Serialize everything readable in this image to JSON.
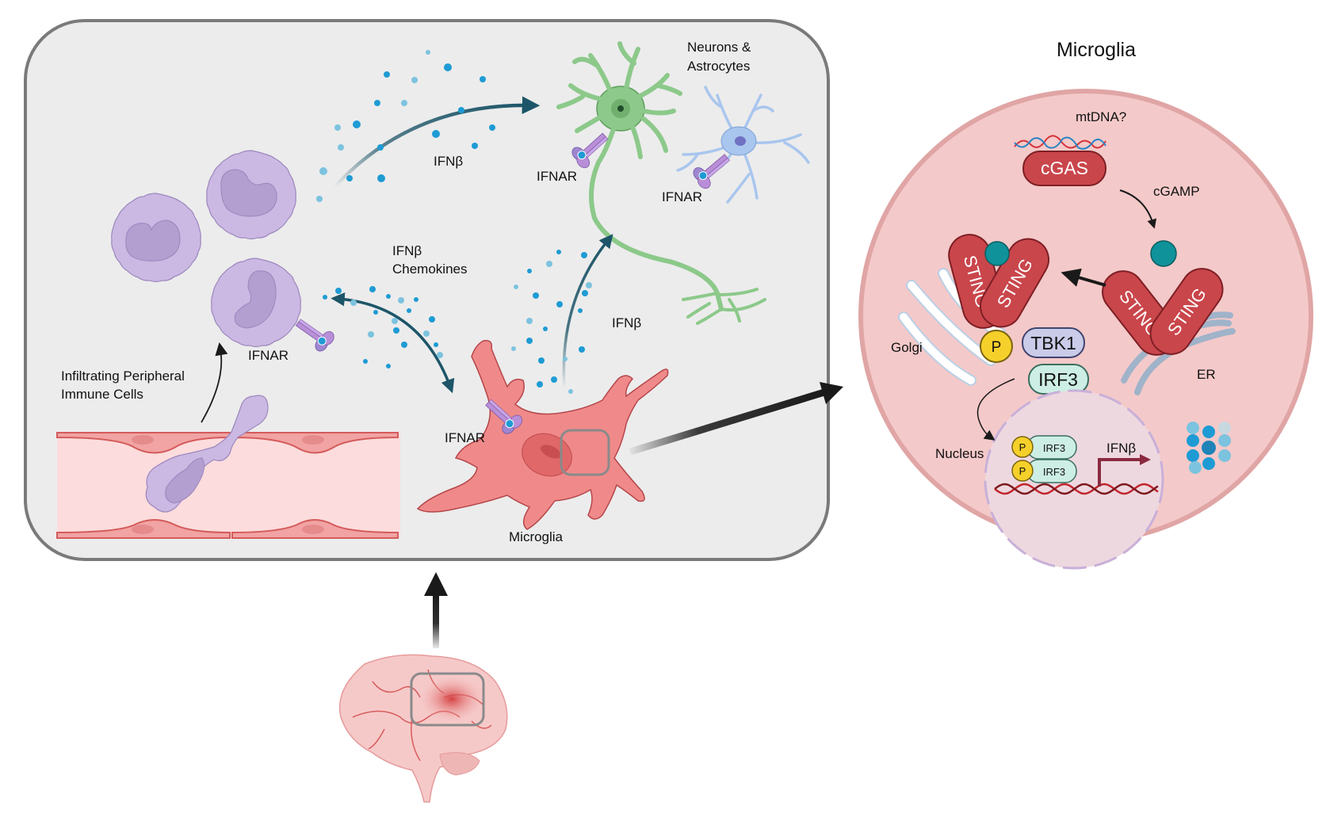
{
  "figure": {
    "type": "biological-pathway-diagram",
    "colors": {
      "panel_bg": "#ececec",
      "panel_border": "#7a7a7a",
      "immune_cell": "#cbb9e3",
      "immune_nucleus": "#b39fd0",
      "vessel_lumen": "#fcdcdc",
      "vessel_wall": "#f2a3a3",
      "microglia": "#f08a8a",
      "neuron": "#8cc98a",
      "astrocyte": "#a9c6ee",
      "ifn_dot": "#1e9bd4",
      "ifn_dot_light": "#7cc3df",
      "arrow_teal": "#1d5568",
      "cell_zoom_bg": "#f4c9c9",
      "cell_zoom_border": "#e0a5a5",
      "sting": "#c9464b",
      "cgamp": "#10929a",
      "tbk1": "#c9cbe8",
      "irf3": "#cdeee4",
      "phospho": "#f6d02a",
      "dna": "#c2262c"
    }
  },
  "brain_panel": {
    "labels": {
      "ifnb_top": "IFNβ",
      "neurons_astrocytes_line1": "Neurons &",
      "neurons_astrocytes_line2": "Astrocytes",
      "ifnar_neuron": "IFNAR",
      "ifnar_astrocyte": "IFNAR",
      "ifnb_chemokines_line1": "IFNβ",
      "ifnb_chemokines_line2": "Chemokines",
      "ifnar_immune": "IFNAR",
      "ifnb_right": "IFNβ",
      "infiltrating_line1": "Infiltrating Peripheral",
      "infiltrating_line2": "Immune Cells",
      "ifnar_microglia": "IFNAR",
      "microglia": "Microglia"
    }
  },
  "microglia_zoom": {
    "title": "Microglia",
    "labels": {
      "mtdna": "mtDNA?",
      "cgas": "cGAS",
      "cgamp": "cGAMP",
      "sting": "STING",
      "golgi": "Golgi",
      "er": "ER",
      "phospho": "P",
      "tbk1": "TBK1",
      "irf3": "IRF3",
      "nucleus": "Nucleus",
      "irf3_small": "IRF3",
      "ifnb": "IFNβ"
    }
  }
}
